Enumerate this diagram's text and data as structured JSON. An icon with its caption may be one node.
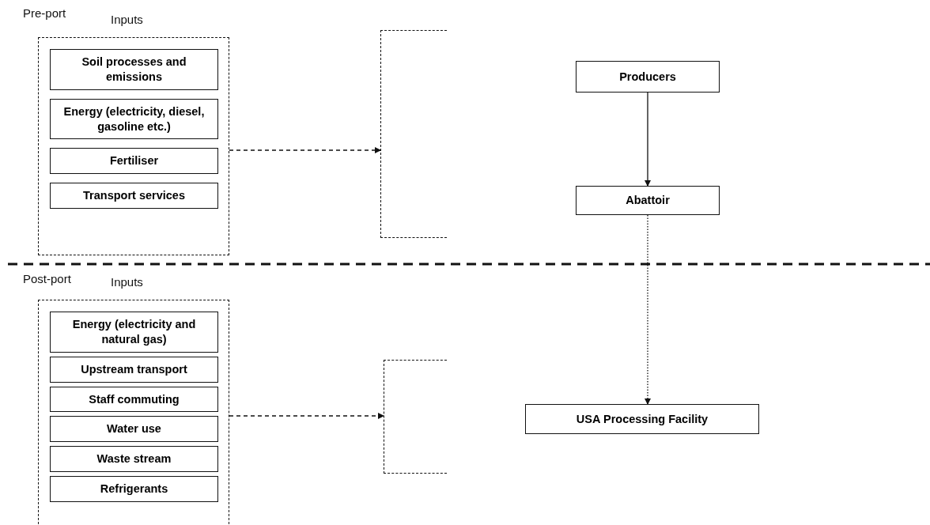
{
  "diagram": {
    "nodes": [
      {
        "text": [
          "Inputs"
        ]
      },
      {
        "text": [
          "Soil processes and emissions"
        ],
        "in": 0
      },
      {
        "text": [
          "Energy (electricity, diesel, gasoline etc.)"
        ],
        "in": 0
      },
      {
        "text": [
          "Fertiliser"
        ],
        "in": 0
      },
      {
        "text": [
          "Transport services"
        ],
        "in": 0
      },
      {
        "text": [],
        "shape": "bracket"
      },
      {
        "text": [
          "Producers"
        ]
      },
      {
        "text": [
          "Abattoir"
        ]
      },
      {
        "text": [
          "Inputs"
        ]
      },
      {
        "text": [
          "Energy (electricity and natural gas)"
        ],
        "in": 8
      },
      {
        "text": [
          "Upstream transport"
        ],
        "in": 8
      },
      {
        "text": [
          "Staff commuting"
        ],
        "in": 8
      },
      {
        "text": [
          "Water use"
        ],
        "in": 8
      },
      {
        "text": [
          "Waste stream"
        ],
        "in": 8
      },
      {
        "text": [
          "Refrigerants"
        ],
        "in": 8
      },
      {
        "text": [],
        "shape": "bracket"
      },
      {
        "text": [
          "USA Processing Facility"
        ]
      }
    ],
    "edges": [
      {
        "from": 0,
        "to": 5,
        "arrow": "to",
        "style": "dashed"
      },
      {
        "from": 6,
        "to": 7,
        "arrow": "to"
      },
      {
        "from": 7,
        "to": 16,
        "arrow": "to",
        "style": "dashed"
      },
      {
        "from": 8,
        "to": 15,
        "arrow": "to",
        "style": "dashed"
      }
    ],
    "labels": [
      "Pre-port",
      "Post-port"
    ]
  }
}
